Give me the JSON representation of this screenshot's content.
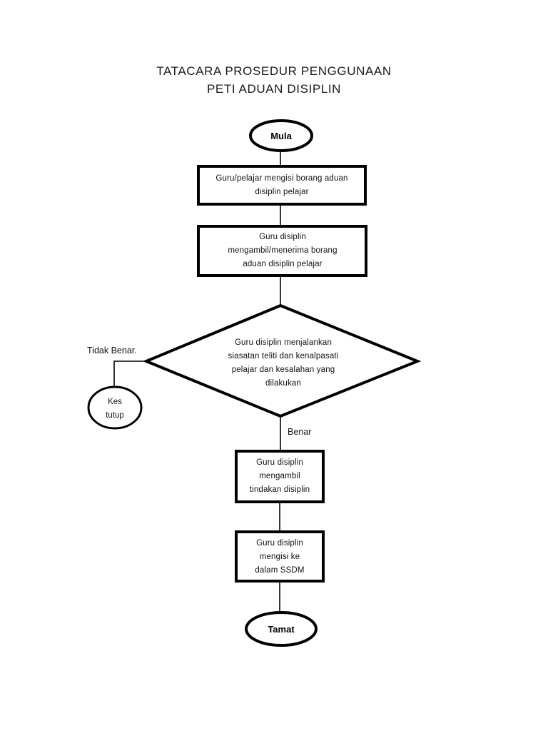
{
  "document": {
    "title_line_1": "TATACARA PROSEDUR PENGGUNAAN",
    "title_line_2": "PETI ADUAN DISIPLIN",
    "background_color": "#ffffff",
    "ink_color": "#000000"
  },
  "flowchart": {
    "type": "flowchart",
    "orientation": "top-to-bottom",
    "nodes": {
      "start": {
        "shape": "oval",
        "label": "Mula"
      },
      "process_1": {
        "shape": "rectangle",
        "lines": [
          "Guru/pelajar mengisi borang aduan",
          "disiplin pelajar"
        ]
      },
      "process_2": {
        "shape": "rectangle",
        "lines": [
          "Guru disiplin",
          "mengambil/menerima borang",
          "aduan disiplin pelajar"
        ]
      },
      "decision": {
        "shape": "diamond",
        "lines": [
          "Guru disiplin menjalankan",
          "siasatan teliti dan kenalpasati",
          "pelajar dan kesalahan yang",
          "dilakukan"
        ]
      },
      "case_closed": {
        "shape": "oval",
        "lines": [
          "Kes",
          "tutup"
        ]
      },
      "process_3": {
        "shape": "rectangle",
        "lines": [
          "Guru disiplin",
          "mengambil",
          "tindakan disiplin"
        ]
      },
      "process_4": {
        "shape": "rectangle",
        "lines": [
          "Guru disiplin",
          "mengisi ke",
          "dalam SSDM"
        ]
      },
      "end": {
        "shape": "oval",
        "label": "Tamat"
      }
    },
    "branch_labels": {
      "false_branch": "Tidak Benar.",
      "true_branch": "Benar"
    }
  }
}
